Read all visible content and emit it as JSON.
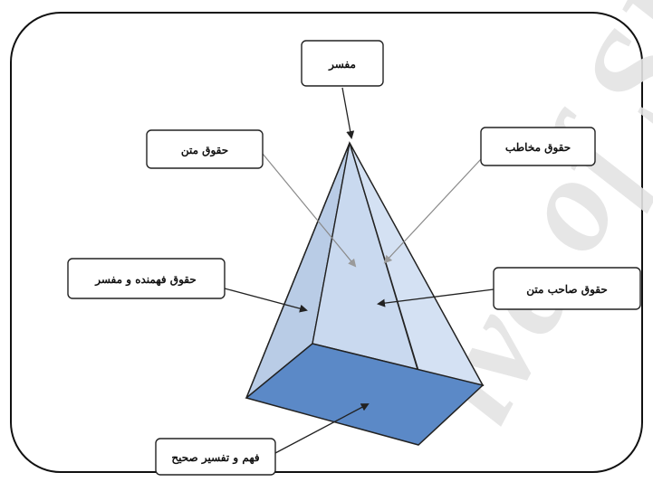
{
  "labels": {
    "mofasser": "مفسر",
    "hoquq_matn": "حقوق متن",
    "hoquq_mokhatab": "حقوق مخاطب",
    "hoquq_fahmande": "حقوق فهمنده و مفسر",
    "hoquq_saheb": "حقوق صاحب متن",
    "fahm_tafsir": "فهم و تفسیر صحیح"
  },
  "watermark": "ive of SID",
  "colors": {
    "pyramid_face": "#c9d9ef",
    "pyramid_edge": "#222222",
    "base_fill": "#5b89c7",
    "frame": "#111111",
    "watermark": "#e4e4e4"
  }
}
